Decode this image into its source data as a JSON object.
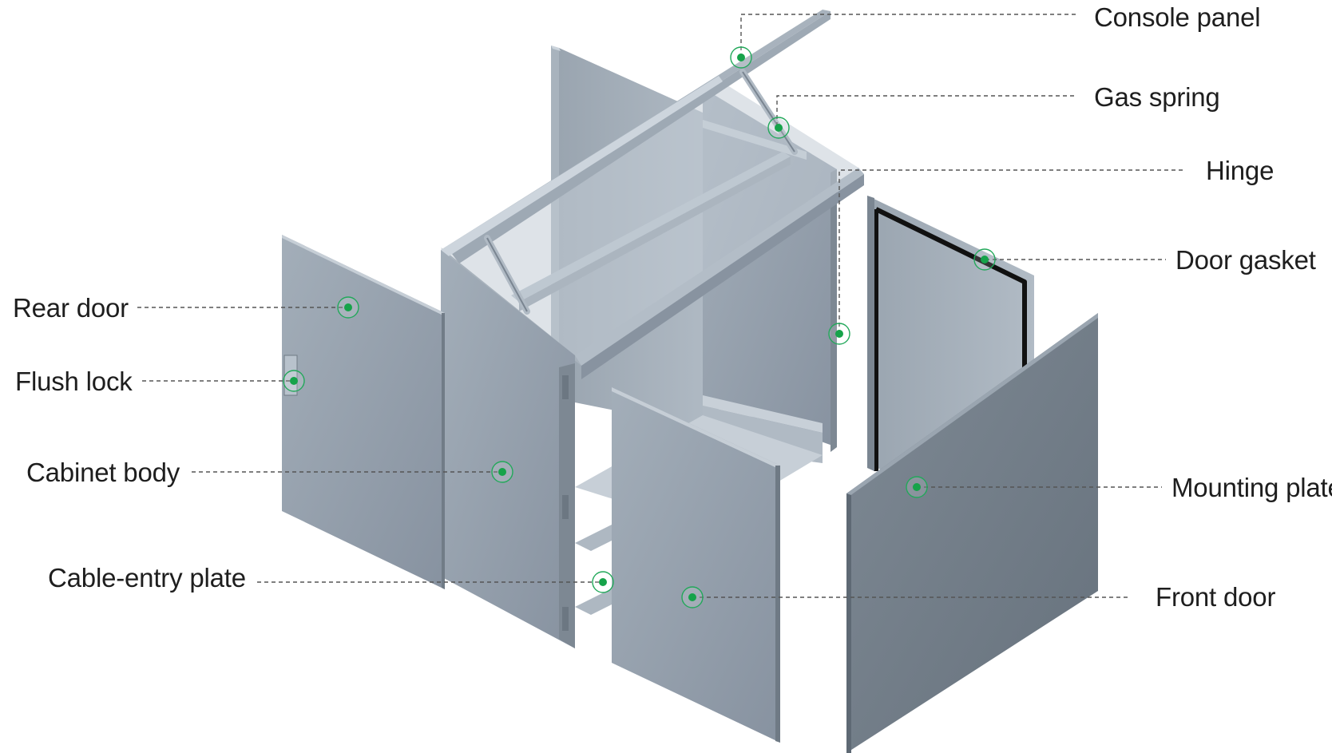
{
  "diagram": {
    "labels": {
      "console_panel": "Console panel",
      "gas_spring": "Gas spring",
      "hinge": "Hinge",
      "door_gasket": "Door gasket",
      "rear_door": "Rear door",
      "flush_lock": "Flush lock",
      "cabinet_body": "Cabinet body",
      "mounting_plate": "Mounting plate",
      "cable_entry_plate": "Cable-entry plate",
      "front_door": "Front door"
    },
    "colors": {
      "marker": "#16a34a",
      "panel_light": "#a6b1bc",
      "panel_mid": "#8f9aa5",
      "panel_dark": "#707b86",
      "gasket": "#111111",
      "leader": "#555555"
    }
  }
}
